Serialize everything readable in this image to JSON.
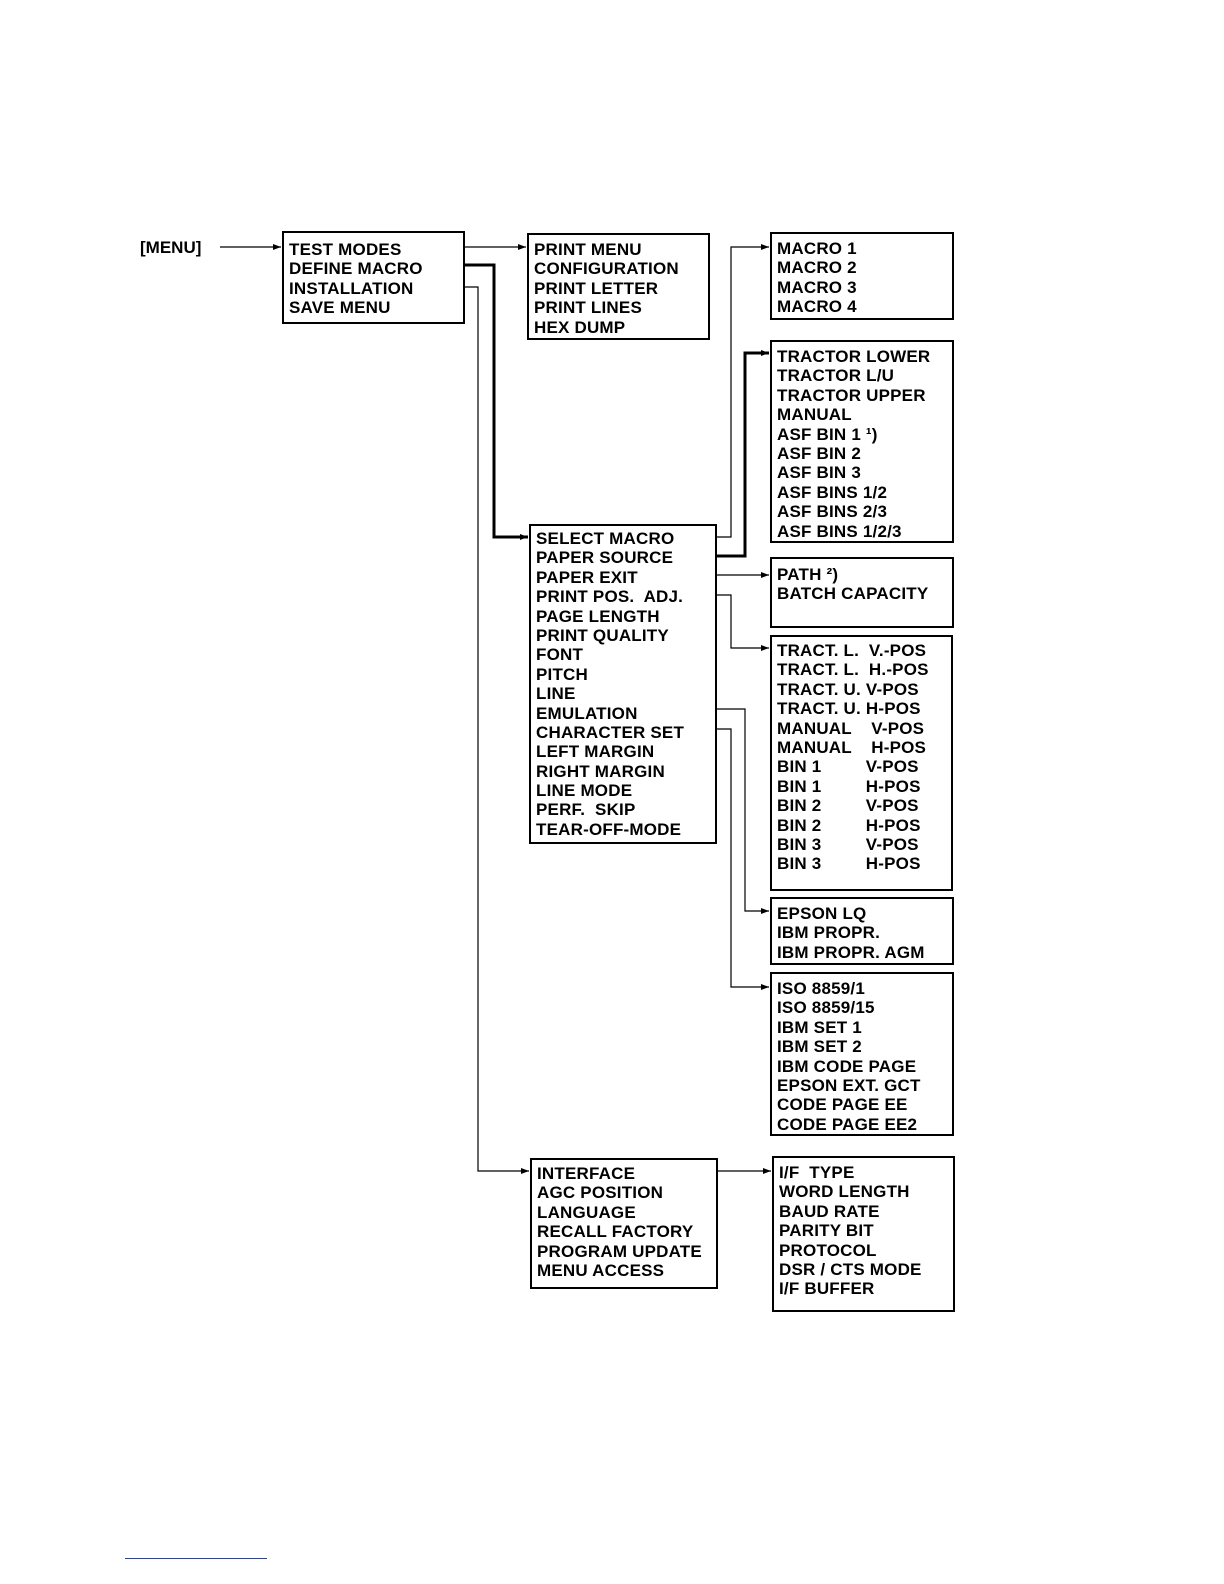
{
  "root_label": "[MENU]",
  "main_menu": [
    "TEST MODES",
    "DEFINE MACRO",
    "INSTALLATION",
    "SAVE MENU"
  ],
  "test_modes": [
    "PRINT MENU",
    "CONFIGURATION",
    "PRINT LETTER",
    "PRINT LINES",
    "HEX DUMP"
  ],
  "macros": [
    "MACRO 1",
    "MACRO 2",
    "MACRO 3",
    "MACRO 4"
  ],
  "paper_sources": [
    "TRACTOR LOWER",
    "TRACTOR L/U",
    "TRACTOR UPPER",
    "MANUAL",
    "ASF BIN 1 ¹)",
    "ASF BIN 2",
    "ASF BIN 3",
    "ASF BINS 1/2",
    "ASF BINS 2/3",
    "ASF BINS 1/2/3"
  ],
  "define_macro_items": [
    "SELECT MACRO",
    "PAPER SOURCE",
    "PAPER EXIT",
    "PRINT POS.  ADJ.",
    "PAGE LENGTH",
    "PRINT QUALITY",
    "FONT",
    "PITCH",
    "LINE",
    "EMULATION",
    "CHARACTER SET",
    "LEFT MARGIN",
    "RIGHT MARGIN",
    "LINE MODE",
    "PERF.  SKIP",
    "TEAR-OFF-MODE"
  ],
  "paper_exit": [
    "PATH ²)",
    "BATCH CAPACITY"
  ],
  "print_pos_adj": [
    "TRACT. L.  V.-POS",
    "TRACT. L.  H.-POS",
    "TRACT. U. V-POS",
    "TRACT. U. H-POS",
    "MANUAL    V-POS",
    "MANUAL    H-POS",
    "BIN 1         V-POS",
    "BIN 1         H-POS",
    "BIN 2         V-POS",
    "BIN 2         H-POS",
    "BIN 3         V-POS",
    "BIN 3         H-POS"
  ],
  "emulation": [
    "EPSON LQ",
    "IBM PROPR.",
    "IBM PROPR. AGM"
  ],
  "character_set": [
    "ISO 8859/1",
    "ISO 8859/15",
    "IBM SET 1",
    "IBM SET 2",
    "IBM CODE PAGE",
    "EPSON EXT. GCT",
    "CODE PAGE EE",
    "CODE PAGE EE2"
  ],
  "installation_items": [
    "INTERFACE",
    "AGC POSITION",
    "LANGUAGE",
    "RECALL FACTORY",
    "PROGRAM UPDATE",
    "MENU ACCESS"
  ],
  "interface_items": [
    "I/F  TYPE",
    "WORD LENGTH",
    "BAUD RATE",
    "PARITY BIT",
    "PROTOCOL",
    "DSR / CTS MODE",
    "I/F BUFFER"
  ]
}
